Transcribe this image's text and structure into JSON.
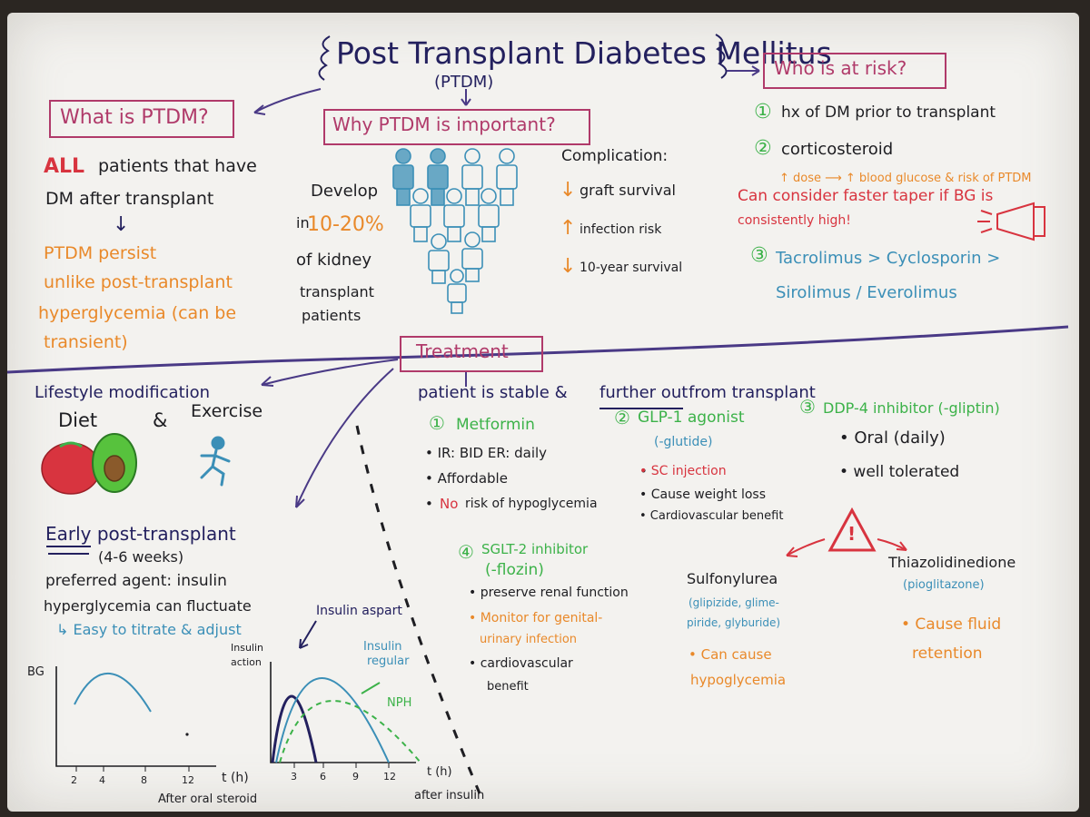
{
  "title": {
    "main": "Post Transplant Diabetes Mellitus",
    "abbr": "(PTDM)"
  },
  "what_is": {
    "heading": "What is PTDM?",
    "line1_em": "ALL",
    "line1_rest": "patients that have",
    "line2": "DM after transplant",
    "arrow": "↓",
    "l3": "PTDM persist",
    "l4": "unlike post-transplant",
    "l5": "hyperglycemia (can be",
    "l6": "transient)"
  },
  "why": {
    "heading": "Why PTDM is important?",
    "develop": "Develop",
    "in": "in",
    "pct": "10-20%",
    "of_kidney": "of kidney",
    "transplant": "transplant",
    "patients": "patients",
    "complication": "Complication:",
    "c1_arrow": "↓",
    "c1": "graft survival",
    "c2_arrow": "↑",
    "c2": "infection risk",
    "c3_arrow": "↓",
    "c3": "10-year survival"
  },
  "risk": {
    "heading": "Who is at risk?",
    "n1": "①",
    "r1": "hx of DM prior to transplant",
    "n2": "②",
    "r2": "corticosteroid",
    "dose_line": "↑ dose ⟶ ↑ blood glucose & risk of PTDM",
    "taper1": "Can consider faster taper if BG is",
    "taper2": "consistently high!",
    "n3": "③",
    "r3a": "Tacrolimus > Cyclosporin >",
    "r3b": "Sirolimus / Everolimus"
  },
  "treatment": {
    "heading": "Treatment",
    "stable_a": "patient is stable &",
    "stable_b": "further out",
    "stable_c": "from transplant",
    "lifestyle": "Lifestyle modification",
    "diet": "Diet",
    "amp": "&",
    "exercise": "Exercise",
    "early": "Early post-transplant",
    "weeks": "(4-6 weeks)",
    "pref": "preferred agent: insulin",
    "fluct": "hyperglycemia can fluctuate",
    "titrate": "↳ Easy to titrate & adjust",
    "metformin": {
      "num": "①",
      "name": "Metformin",
      "b1": "• IR: BID   ER: daily",
      "b2": "• Affordable",
      "b3_dot": "•",
      "b3_em": "No",
      "b3": "risk of hypoglycemia"
    },
    "glp1": {
      "num": "②",
      "name": "GLP-1 agonist",
      "sub": "(-glutide)",
      "b1": "• SC injection",
      "b2": "• Cause weight loss",
      "b3": "• Cardiovascular benefit"
    },
    "dpp4": {
      "num": "③",
      "name": "DDP-4 inhibitor (-gliptin)",
      "b1": "• Oral (daily)",
      "b2": "• well tolerated"
    },
    "sglt2": {
      "num": "④",
      "name": "SGLT-2 inhibitor",
      "sub": "(-flozin)",
      "b1": "• preserve renal function",
      "b2": "• Monitor for genital-",
      "b2b": "urinary infection",
      "b3": "• cardiovascular",
      "b3b": "benefit"
    },
    "sulfonylurea": {
      "name": "Sulfonylurea",
      "ex1": "(glipizide, glime-",
      "ex2": "piride, glyburide)",
      "b1": "• Can cause",
      "b1b": "hypoglycemia"
    },
    "tzd": {
      "name": "Thiazolidinedione",
      "ex": "(pioglitazone)",
      "b1": "• Cause fluid",
      "b1b": "retention"
    },
    "warning": "!"
  },
  "bg_chart": {
    "ylabel": "BG",
    "xlabel": "t (h)",
    "caption": "After oral steroid",
    "ticks": [
      "2",
      "4",
      "8",
      "12"
    ]
  },
  "insulin_chart": {
    "ylabel1": "Insulin",
    "ylabel2": "action",
    "aspart": "Insulin aspart",
    "regular1": "Insulin",
    "regular2": "regular",
    "nph": "NPH",
    "xlabel": "t (h)",
    "caption": "after insulin",
    "ticks": [
      "3",
      "6",
      "9",
      "12"
    ]
  },
  "colors": {
    "navy": "#23205e",
    "pink_box": "#b03a6a",
    "red": "#d8343f",
    "orange": "#e9892a",
    "green": "#3cb249",
    "blue": "#3b8fb7",
    "purple": "#4a3a86"
  }
}
